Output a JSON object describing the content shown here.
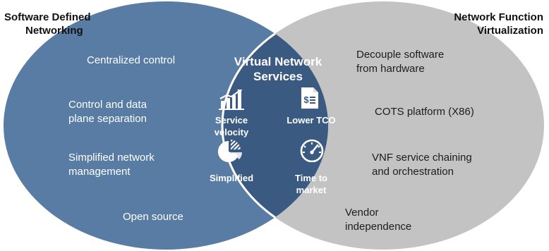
{
  "left_circle": {
    "title_lines": [
      "Software Defined",
      "Networking"
    ],
    "items": [
      [
        "Centralized control"
      ],
      [
        "Control and data",
        "plane separation"
      ],
      [
        "Simplified network",
        "management"
      ],
      [
        "Open source"
      ]
    ]
  },
  "right_circle": {
    "title_lines": [
      "Network Function",
      "Virtualization"
    ],
    "items": [
      [
        "Decouple software",
        "from hardware"
      ],
      [
        "COTS platform (X86)"
      ],
      [
        "VNF service chaining",
        "and orchestration"
      ],
      [
        "Vendor",
        "independence"
      ]
    ]
  },
  "center": {
    "title_lines": [
      "Virtual Network",
      "Services"
    ],
    "benefits": [
      {
        "icon": "bar-chart-growth-icon",
        "label_lines": [
          "Service",
          "velocity"
        ]
      },
      {
        "icon": "dollar-document-icon",
        "label_lines": [
          "Lower TCO"
        ]
      },
      {
        "icon": "pie-chart-icon",
        "label_lines": [
          "Simplified"
        ]
      },
      {
        "icon": "speedometer-icon",
        "label_lines": [
          "Time to",
          "market"
        ]
      }
    ]
  },
  "colors": {
    "left_circle": "#587ca3",
    "right_circle": "#c3c3c3",
    "overlap": "#3a5a82",
    "white": "#ffffff",
    "title_text": "#111111"
  }
}
